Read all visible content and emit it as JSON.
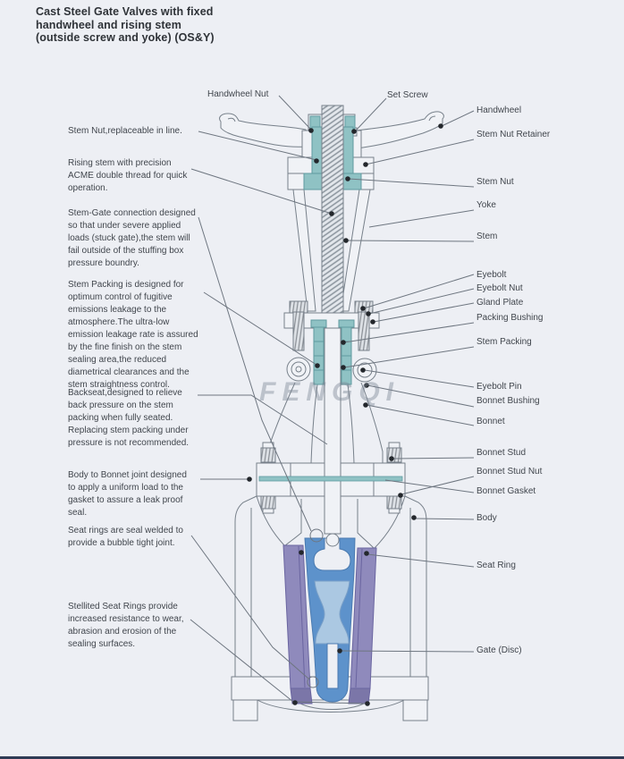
{
  "title": "Cast Steel Gate Valves with fixed\nhandwheel and rising stem\n(outside screw and yoke) (OS&Y)",
  "watermark": "FENGQI",
  "top_labels": {
    "handwheel_nut": "Handwheel Nut",
    "set_screw": "Set Screw"
  },
  "right_labels": [
    "Handwheel",
    "Stem Nut Retainer",
    "Stem Nut",
    "Yoke",
    "Stem",
    "Eyebolt",
    "Eyebolt Nut",
    "Gland Plate",
    "Packing Bushing",
    "Stem Packing",
    "Eyebolt Pin",
    "Bonnet Bushing",
    "Bonnet",
    "Bonnet Stud",
    "Bonnet Stud Nut",
    "Bonnet Gasket",
    "Body",
    "Seat Ring",
    "Gate (Disc)"
  ],
  "left_annotations": [
    "Stem Nut,replaceable in line.",
    "Rising stem with precision\nACME double thread for quick\noperation.",
    "Stem-Gate connection designed\nso that under severe applied\nloads (stuck gate),the stem will\nfail outside of the stuffing box\npressure boundry.",
    "Stem Packing is designed for\noptimum control of fugitive\nemissions leakage to the\natmosphere.The ultra-low\nemission leakage rate is assured\nby the fine finish on the stem\nsealing area,the reduced\ndiametrical clearances and the\nstem straightness control.",
    "Backseat,designed to relieve\nback pressure on the stem\npacking when fully seated.\nReplacing stem packing under\npressure is not recommended.",
    "Body to Bonnet joint designed\nto apply a uniform load to the\ngasket to assure a leak proof\nseal.",
    "Seat rings are seal welded to\nprovide a bubble tight joint.",
    "Stellited Seat Rings provide\nincreased resistance to wear,\nabrasion and erosion of the\nsealing surfaces."
  ],
  "colors": {
    "teal": "#8fc2c4",
    "teal_stroke": "#5f9ba0",
    "seat_ring_purple": "#8f8abc",
    "seat_ring_dark": "#7b76a8",
    "gate_blue": "#5d92cb",
    "gate_blue_light": "#abc8e2",
    "line_gray": "#77808a",
    "background": "#edeff4"
  }
}
